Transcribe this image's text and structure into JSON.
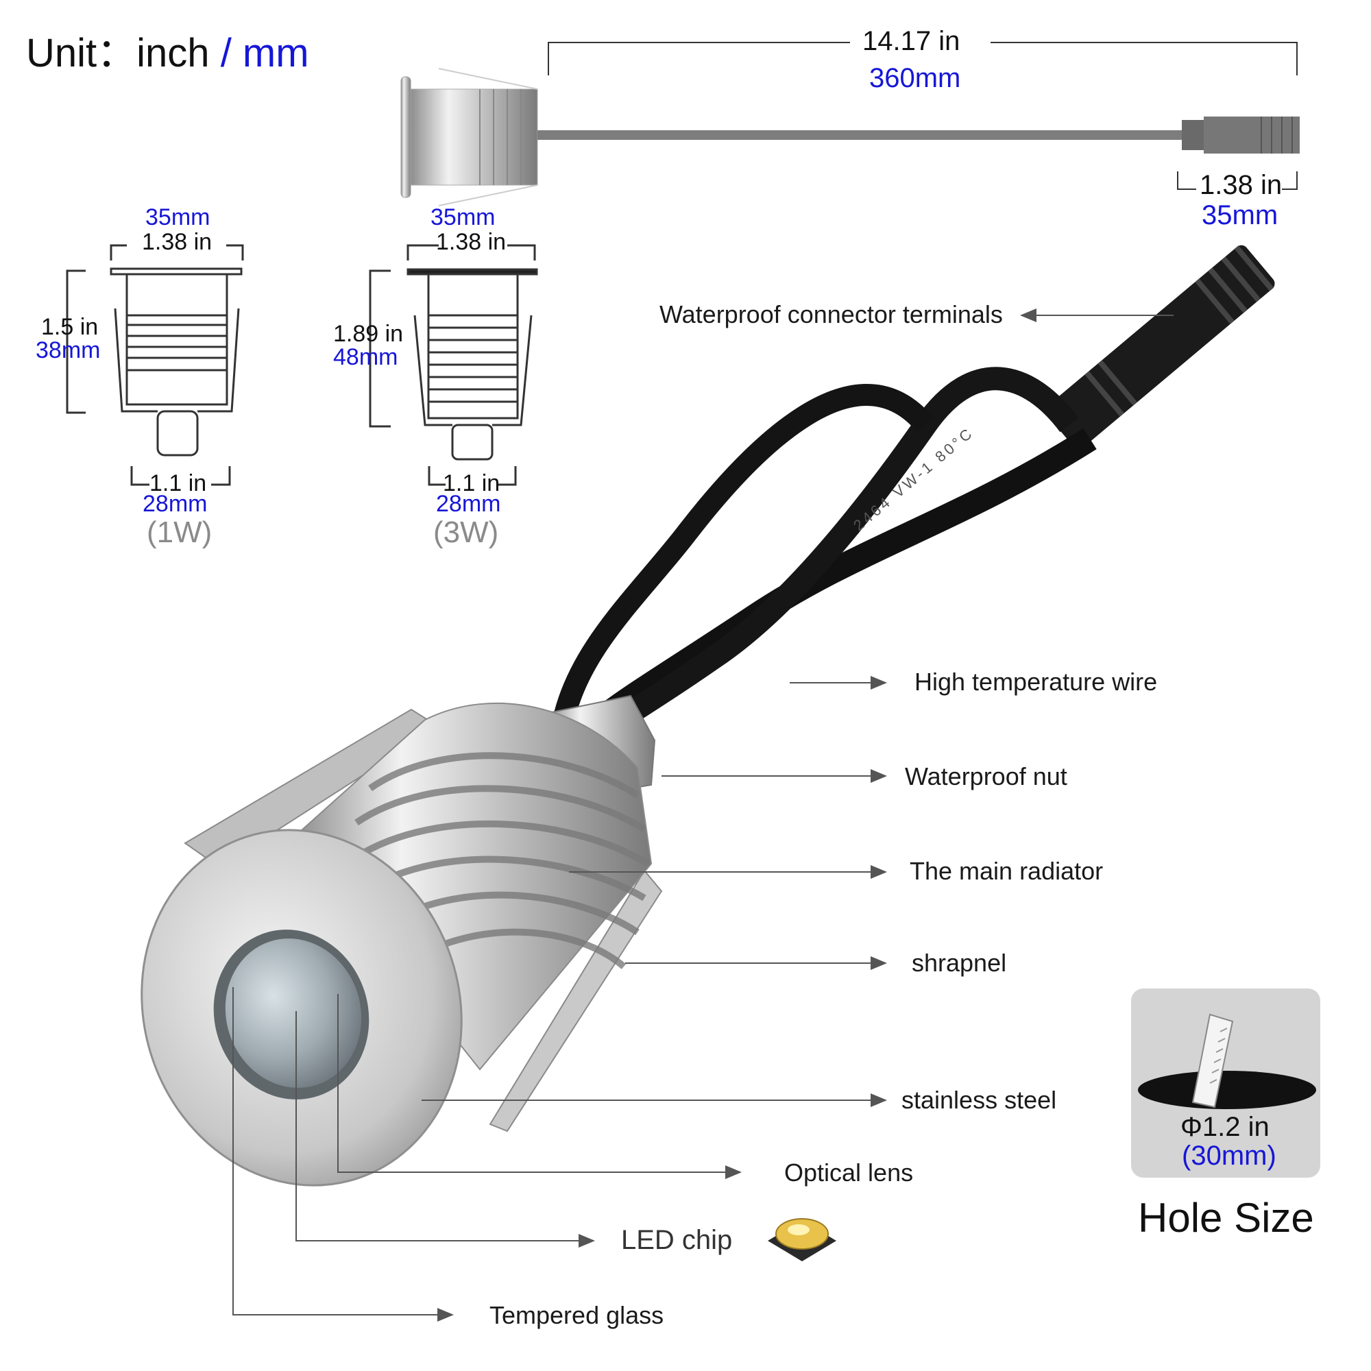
{
  "unit": {
    "prefix": "Unit：",
    "inch": "inch",
    "slash_mm": "/ mm"
  },
  "cable": {
    "length_in": "14.17 in",
    "length_mm": "360mm",
    "conn_in": "1.38 in",
    "conn_mm": "35mm"
  },
  "model_1w": {
    "top_mm": "35mm",
    "top_in": "1.38 in",
    "height_in": "1.5 in",
    "height_mm": "38mm",
    "bottom_in": "1.1 in",
    "bottom_mm": "28mm",
    "name": "(1W)"
  },
  "model_3w": {
    "top_mm": "35mm",
    "top_in": "1.38 in",
    "height_in": "1.89 in",
    "height_mm": "48mm",
    "bottom_in": "1.1 in",
    "bottom_mm": "28mm",
    "name": "(3W)"
  },
  "wire_print": "2464 VW-1 80°C",
  "parts": {
    "connector": "Waterproof connector terminals",
    "wire": "High temperature wire",
    "nut": "Waterproof nut",
    "radiator": "The main radiator",
    "shrapnel": "shrapnel",
    "steel": "stainless steel",
    "lens": "Optical lens",
    "chip": "LED chip",
    "glass": "Tempered glass"
  },
  "hole": {
    "diameter_in": "Φ1.2 in",
    "diameter_mm": "(30mm)",
    "title": "Hole Size"
  },
  "colors": {
    "blue": "#1616d8",
    "text": "#111111",
    "gray_label": "#8a8a8a",
    "silver": "#c9c9c9"
  }
}
